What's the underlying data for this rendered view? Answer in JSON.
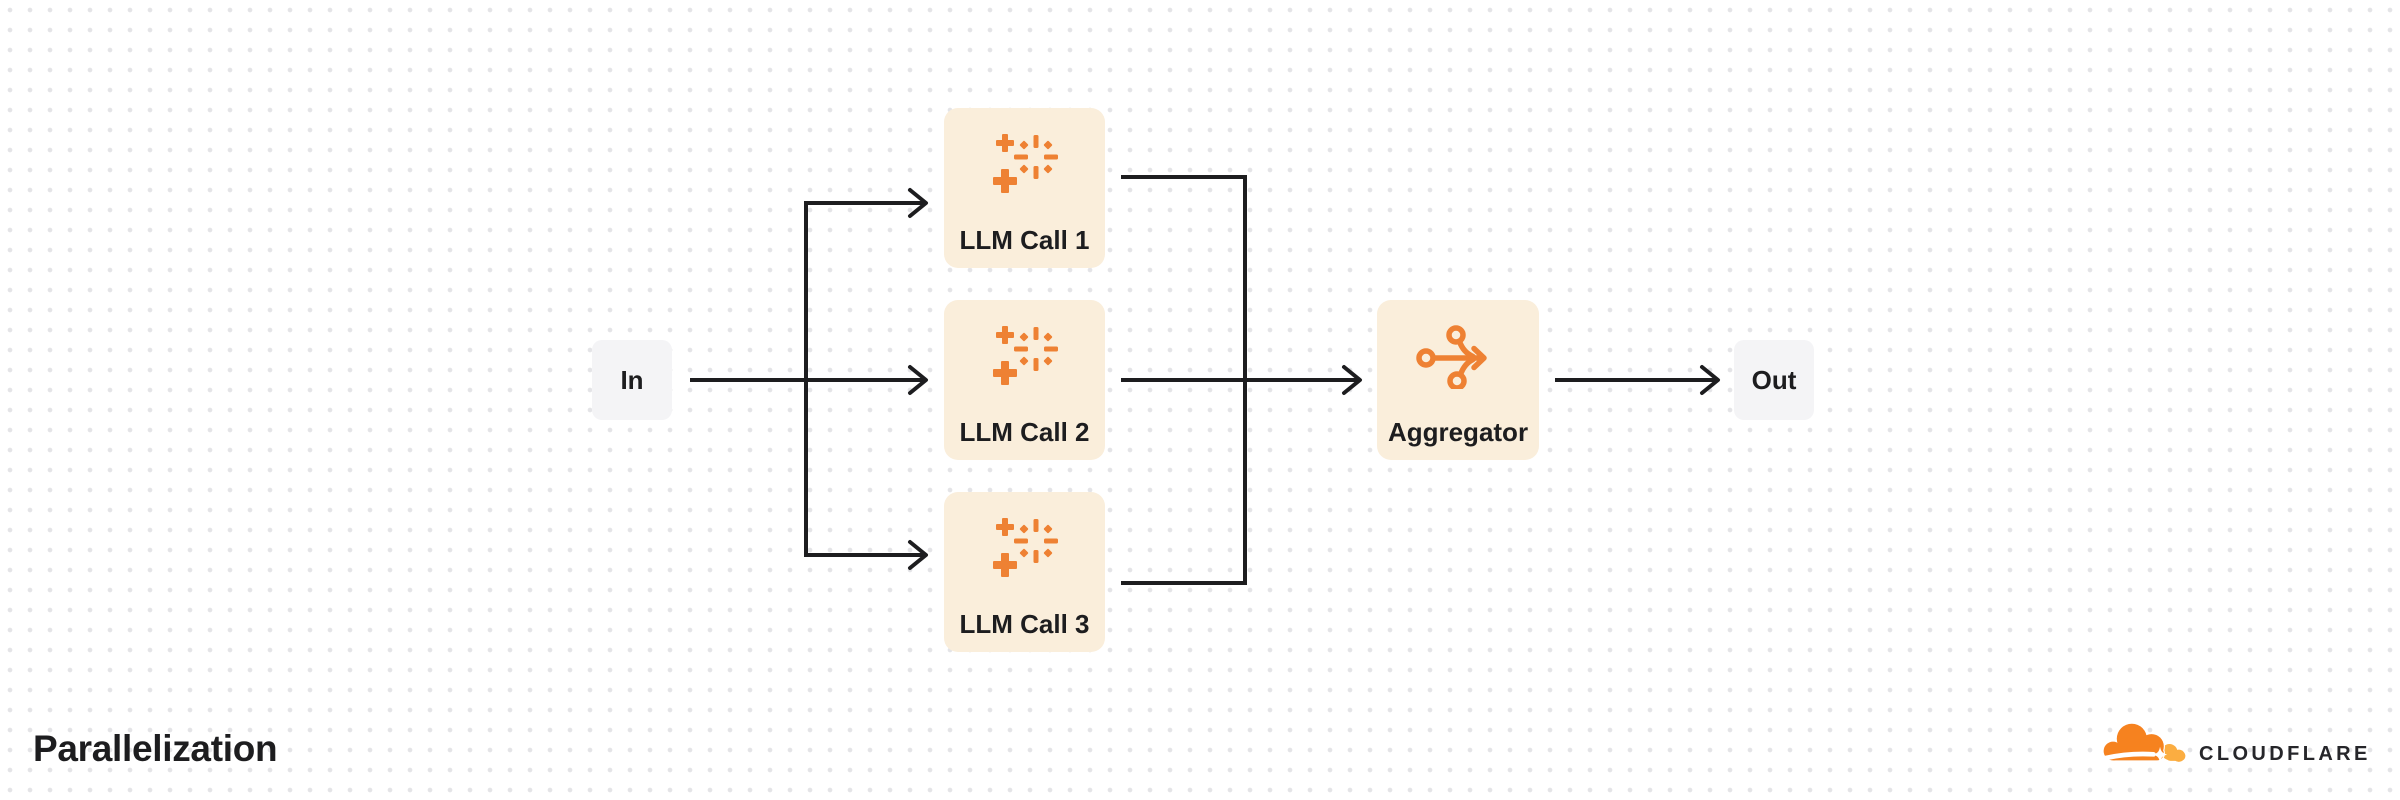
{
  "diagram": {
    "title": "Parallelization",
    "nodes": {
      "in": {
        "label": "In",
        "type": "io"
      },
      "llm1": {
        "label": "LLM Call 1",
        "type": "task",
        "icon": "sparkles-icon"
      },
      "llm2": {
        "label": "LLM Call 2",
        "type": "task",
        "icon": "sparkles-icon"
      },
      "llm3": {
        "label": "LLM Call 3",
        "type": "task",
        "icon": "sparkles-icon"
      },
      "aggregator": {
        "label": "Aggregator",
        "type": "task",
        "icon": "merge-arrow-icon"
      },
      "out": {
        "label": "Out",
        "type": "io"
      }
    },
    "edges": [
      {
        "from": "in",
        "to": "llm1"
      },
      {
        "from": "in",
        "to": "llm2"
      },
      {
        "from": "in",
        "to": "llm3"
      },
      {
        "from": "llm1",
        "to": "aggregator"
      },
      {
        "from": "llm2",
        "to": "aggregator"
      },
      {
        "from": "llm3",
        "to": "aggregator"
      },
      {
        "from": "aggregator",
        "to": "out"
      }
    ]
  },
  "branding": {
    "wordmark": "CLOUDFLARE",
    "logo_icon": "cloudflare-cloud-icon"
  },
  "colors": {
    "accent": "#EE8133",
    "card_bg": "#FAEEDB",
    "io_bg": "#F4F4F6",
    "line_color": "#1D1D1F",
    "dot_color": "#E4E4E7",
    "cloud_orange": "#F6821F",
    "cloud_light": "#FBAD41"
  }
}
